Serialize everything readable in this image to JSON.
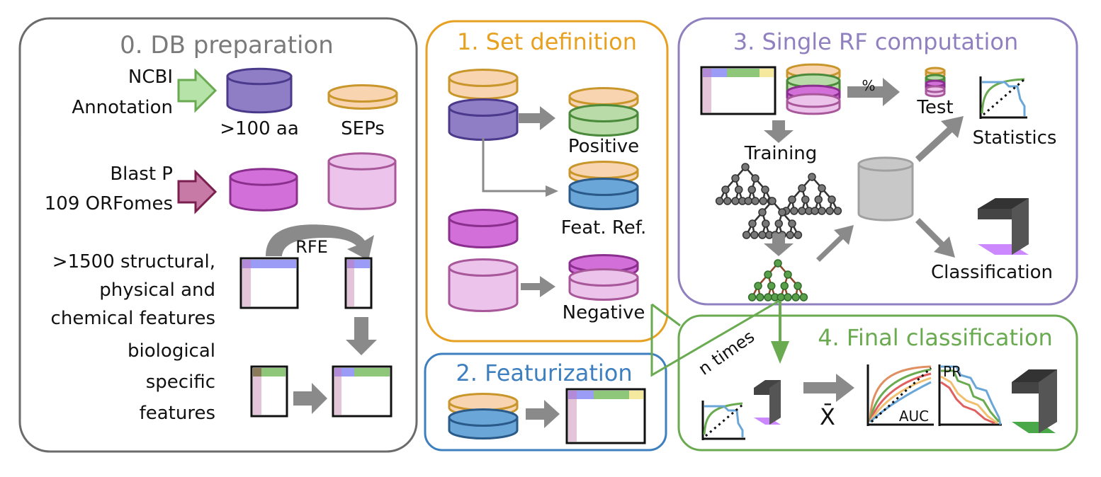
{
  "panels": {
    "db_prep": {
      "title": "0. DB preparation",
      "ncbi_line1": "NCBI",
      "ncbi_line2": "Annotation",
      "gt100": ">100 aa",
      "seps": "SEPs",
      "blast_line1": "Blast P",
      "blast_line2": "109 ORFomes",
      "rfe": "RFE",
      "features_line1": ">1500 structural,",
      "features_line2": "physical and",
      "features_line3": "chemical features",
      "bio_line1": "biological",
      "bio_line2": "specific",
      "bio_line3": "features"
    },
    "set_def": {
      "title": "1. Set definition",
      "positive": "Positive",
      "feat_ref": "Feat. Ref.",
      "negative": "Negative"
    },
    "featurization": {
      "title": "2. Featurization"
    },
    "single_rf": {
      "title": "3. Single RF computation",
      "percent": "%",
      "test": "Test",
      "statistics": "Statistics",
      "training": "Training",
      "classification": "Classification"
    },
    "final_class": {
      "title": "4. Final classification",
      "n_times": "n times",
      "mean_symbol": "X̄",
      "auc": "AUC",
      "pr": "PR"
    }
  },
  "colors": {
    "db_prep": "#6b6b6b",
    "set_def": "#e8a020",
    "featurization": "#3d7fbf",
    "single_rf": "#9080c0",
    "final_class": "#6aaa50"
  }
}
